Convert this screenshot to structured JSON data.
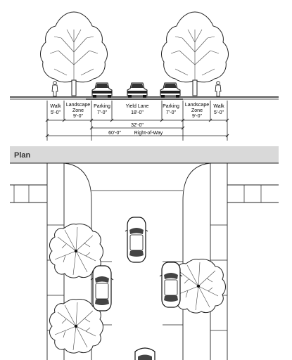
{
  "section": {
    "walk_left": {
      "name": "Walk",
      "dim": "5'-0\""
    },
    "landscape_left": {
      "name1": "Landscape",
      "name2": "Zone",
      "dim": "9'-0\""
    },
    "parking_left": {
      "name": "Parking",
      "dim": "7'-0\""
    },
    "yield_lane": {
      "name": "Yield Lane",
      "dim": "18'-0\""
    },
    "parking_right": {
      "name": "Parking",
      "dim": "7'-0\""
    },
    "landscape_right": {
      "name1": "Landscape",
      "name2": "Zone",
      "dim": "9'-0\""
    },
    "walk_right": {
      "name": "Walk",
      "dim": "5'-0\""
    },
    "curb_to_curb": "32'-0\"",
    "right_of_way": {
      "dim": "60'-0\"",
      "label": "Right-of-Way"
    }
  },
  "plan": {
    "label": "Plan"
  },
  "icons": {
    "tree": "deciduous-tree-icon",
    "car": "car-icon",
    "pedestrian": "pedestrian-icon"
  },
  "colors": {
    "line": "#222222",
    "plan_band": "#d9d9d9",
    "tree_canopy": "#ffffff",
    "car_glass": "#333333"
  }
}
